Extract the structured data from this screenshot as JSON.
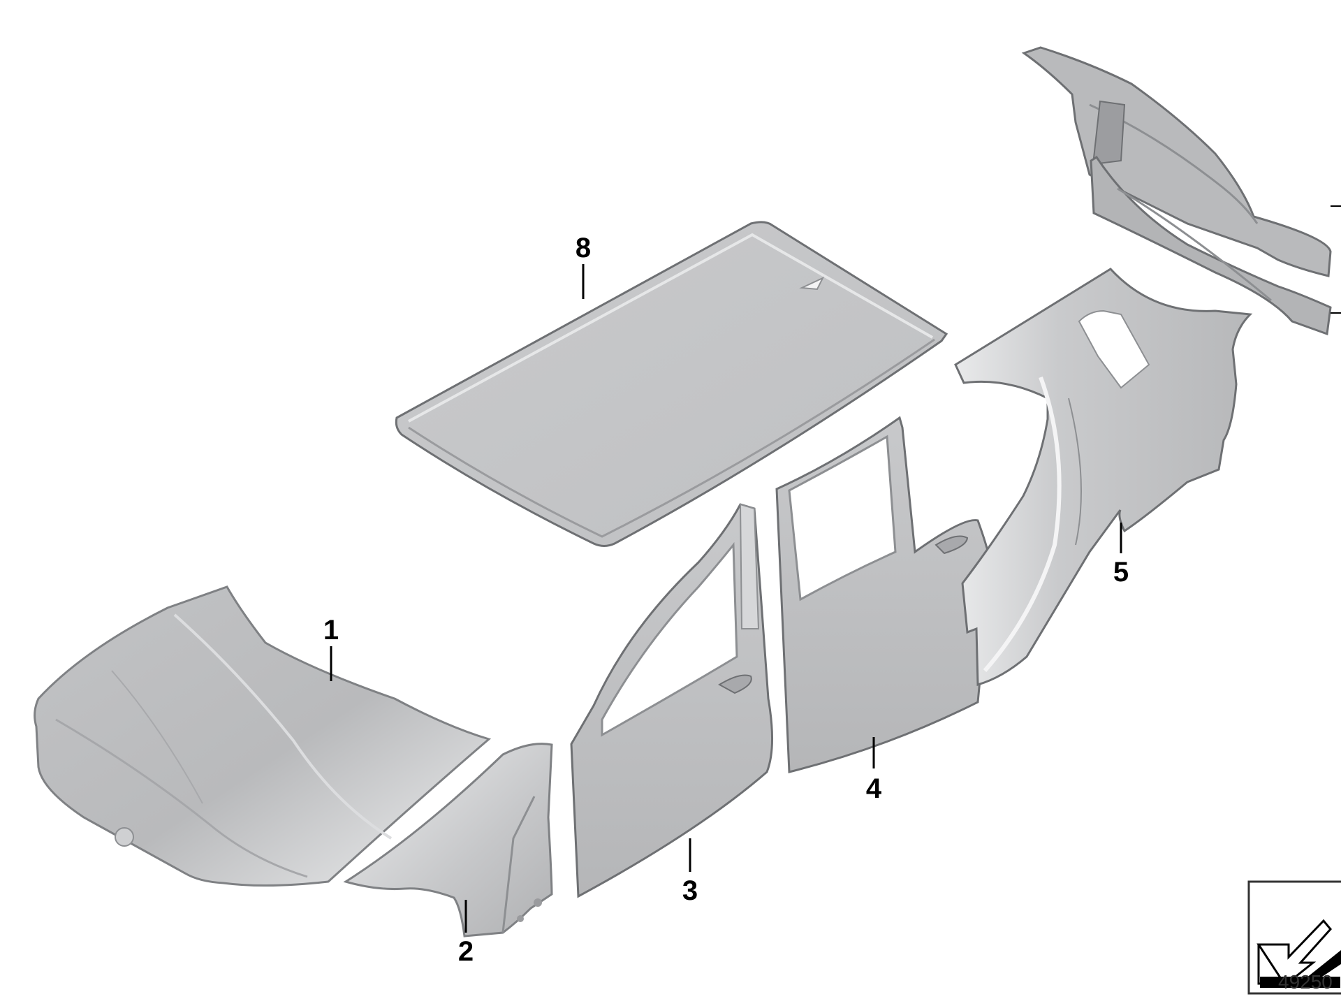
{
  "diagram": {
    "part_callouts": [
      {
        "id": "hood",
        "label": "1"
      },
      {
        "id": "front-fender",
        "label": "2"
      },
      {
        "id": "front-door",
        "label": "3"
      },
      {
        "id": "rear-door",
        "label": "4"
      },
      {
        "id": "side-frame",
        "label": "5"
      },
      {
        "id": "roof",
        "label": "8"
      }
    ],
    "diagram_number": "49250",
    "colors": {
      "panel_fill": "#c6c7c9",
      "panel_light": "#e3e4e6",
      "panel_dark": "#8d8f92",
      "outline": "#6e7073",
      "leader": "#000000"
    }
  }
}
